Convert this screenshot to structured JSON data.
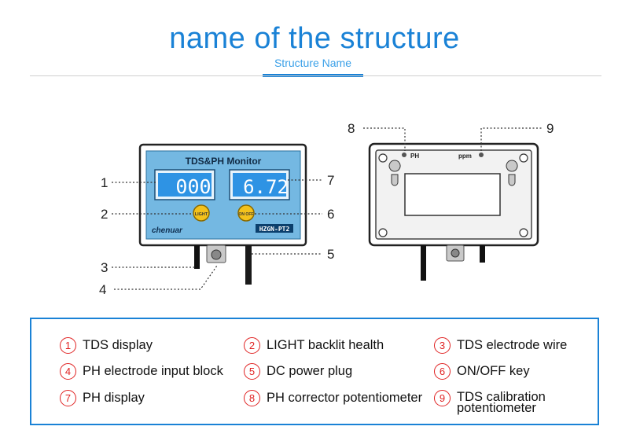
{
  "header": {
    "title": "name of the structure",
    "subtitle": "Structure Name"
  },
  "device_front": {
    "panel_title": "TDS&PH Monitor",
    "tds_value": "000",
    "ph_value": "6.72",
    "light_label": "LIGHT",
    "onoff_label": "ON OFF",
    "brand": "chenuar",
    "model": "HZGN-PT2"
  },
  "device_back": {
    "ph_label": "PH",
    "ppm_label": "ppm"
  },
  "callouts": {
    "n1": "1",
    "n2": "2",
    "n3": "3",
    "n4": "4",
    "n5": "5",
    "n6": "6",
    "n7": "7",
    "n8": "8",
    "n9": "9"
  },
  "legend": [
    {
      "num": "1",
      "text": "TDS display"
    },
    {
      "num": "2",
      "text": "LIGHT backlit health"
    },
    {
      "num": "3",
      "text": "TDS electrode wire"
    },
    {
      "num": "4",
      "text": "PH electrode input block"
    },
    {
      "num": "5",
      "text": "DC power plug"
    },
    {
      "num": "6",
      "text": "ON/OFF key"
    },
    {
      "num": "7",
      "text": "PH display"
    },
    {
      "num": "8",
      "text": "PH corrector potentiometer"
    },
    {
      "num": "9",
      "text": "TDS calibration potentiometer"
    }
  ],
  "colors": {
    "accent": "#1a82d6",
    "panel_blue": "#6fb9e4",
    "lcd_blue": "#2b8fe0",
    "legend_number": "#e02222"
  }
}
